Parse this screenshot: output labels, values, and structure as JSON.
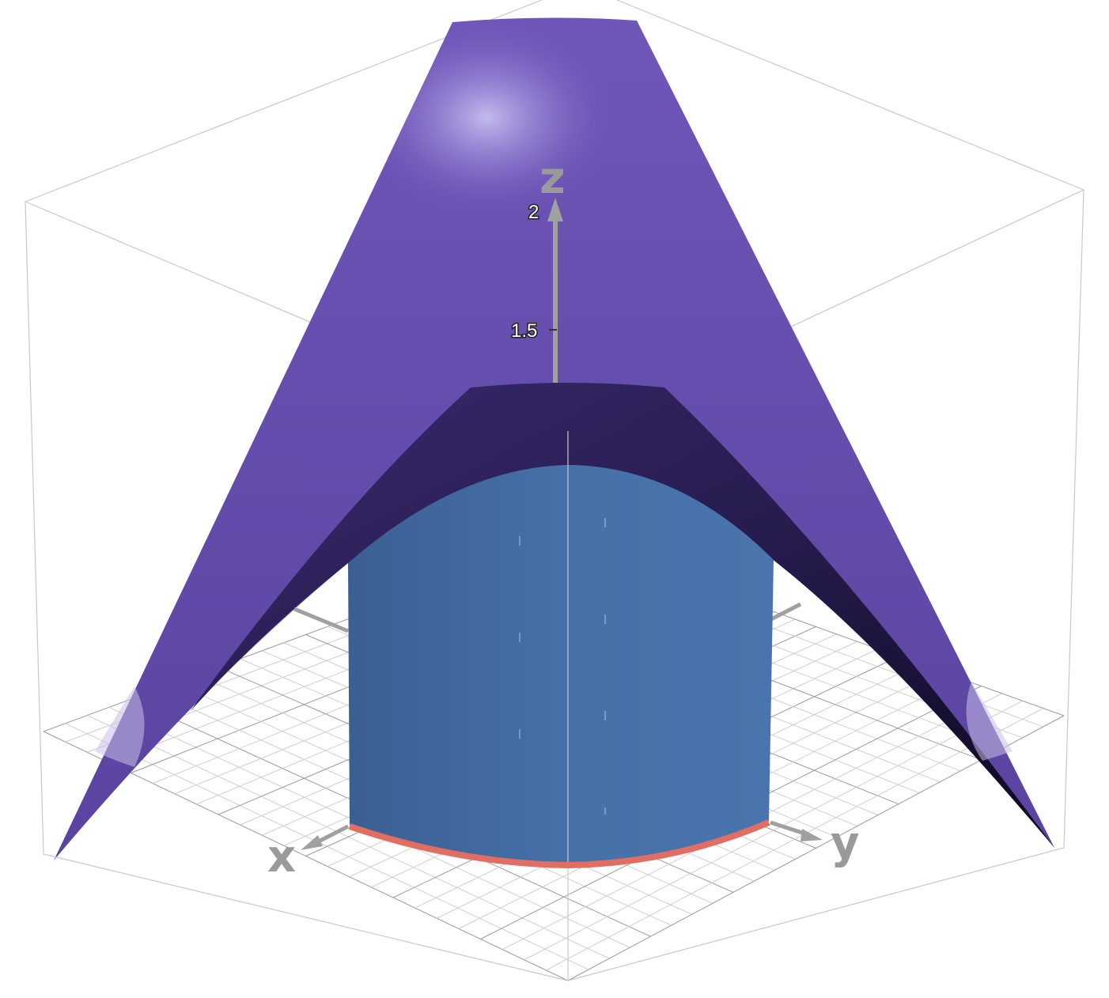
{
  "axes": {
    "x_label": "x",
    "y_label": "y",
    "z_label": "z",
    "z_ticks": [
      "2",
      "1.5"
    ]
  },
  "colors": {
    "surface": "#6a52b3",
    "surface_dark": "#1a1238",
    "cylinder": "#4670a8",
    "curve": "#e06e62",
    "axis": "#9a9a9a",
    "box": "#c8c8c8"
  }
}
